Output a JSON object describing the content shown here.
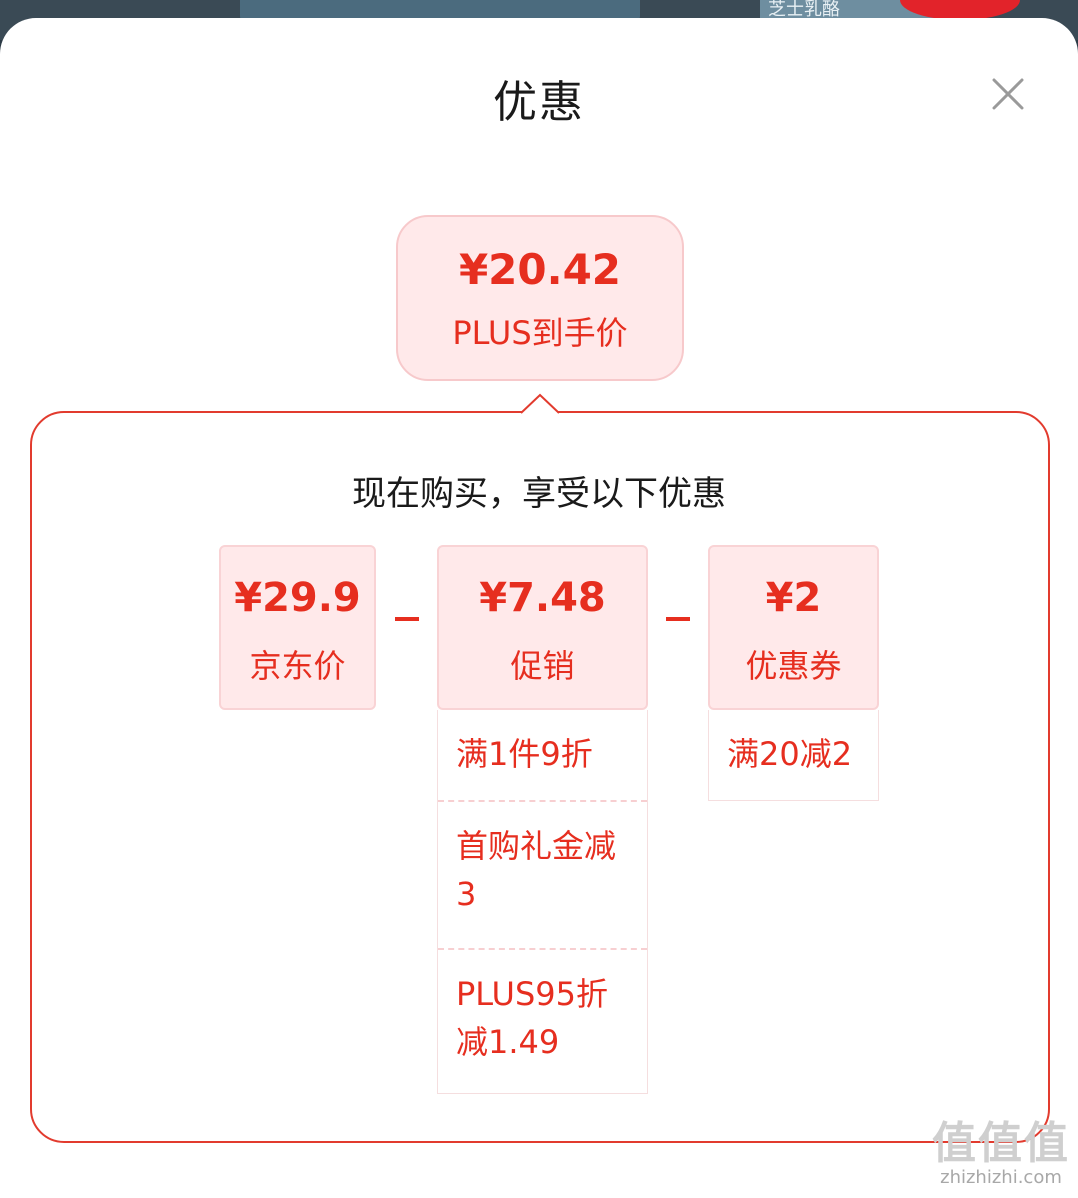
{
  "background": {
    "badge_text": "芝士乳酪"
  },
  "sheet": {
    "title": "优惠",
    "close_icon": "close-icon"
  },
  "final_price": {
    "amount": "¥20.42",
    "label": "PLUS到手价"
  },
  "details": {
    "heading": "现在购买，享受以下优惠",
    "operator": "-",
    "cards": [
      {
        "amount": "¥29.9",
        "label": "京东价"
      },
      {
        "amount": "¥7.48",
        "label": "促销"
      },
      {
        "amount": "¥2",
        "label": "优惠券"
      }
    ],
    "promotions": [
      "满1件9折",
      "首购礼金减3",
      "PLUS95折减1.49"
    ],
    "coupons": [
      "满20减2"
    ]
  },
  "watermark": {
    "main": "值值值",
    "sub": "zhizhizhi.com"
  },
  "colors": {
    "accent_red": "#e62e1f",
    "card_bg": "#ffe9ea",
    "frame_red": "#e23b2e"
  }
}
